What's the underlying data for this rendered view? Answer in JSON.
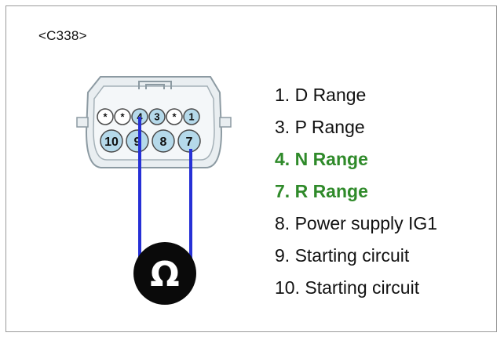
{
  "connector": {
    "label": "<C338>",
    "top_row": [
      "*",
      "*",
      "4",
      "3",
      "*",
      "1"
    ],
    "bottom_row": [
      "10",
      "9",
      "8",
      "7"
    ]
  },
  "meter": {
    "symbol": "Ω",
    "probes_on_pins": [
      "4",
      "7"
    ]
  },
  "legend": [
    {
      "text": "1. D Range",
      "highlight": false
    },
    {
      "text": "3. P Range",
      "highlight": false
    },
    {
      "text": "4. N Range",
      "highlight": true
    },
    {
      "text": "7. R Range",
      "highlight": true
    },
    {
      "text": "8. Power supply IG1",
      "highlight": false
    },
    {
      "text": "9. Starting circuit",
      "highlight": false
    },
    {
      "text": "10. Starting circuit",
      "highlight": false
    }
  ],
  "colors": {
    "pin_fill": "#b5d9ea",
    "housing_fill": "#e9eef1",
    "probe_wire": "#2630d6",
    "highlight_text": "#2f8a2a"
  }
}
